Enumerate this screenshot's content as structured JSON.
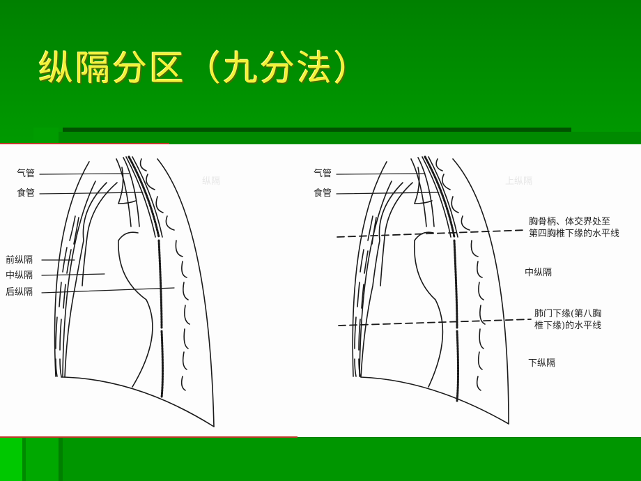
{
  "slide": {
    "title": "纵隔分区（九分法）",
    "colors": {
      "background": "#008000",
      "title_text": "#f2f23a",
      "content_bg": "#fdfdfd",
      "accent_red": "#c0392b"
    }
  },
  "left_diagram": {
    "labels": {
      "trachea": "气管",
      "esophagus": "食管",
      "anterior": "前纵隔",
      "middle": "中纵隔",
      "posterior": "后纵隔"
    },
    "ghost_text": "纵隔"
  },
  "right_diagram": {
    "labels": {
      "trachea": "气管",
      "esophagus": "食管",
      "upper_line_1": "胸骨柄、体交界处至",
      "upper_line_2": "第四胸椎下缘的水平线",
      "middle": "中纵隔",
      "lower_line_1": "肺门下缘(第八胸",
      "lower_line_2": "椎下缘)的水平线",
      "lower": "下纵隔"
    },
    "ghost_text": "上纵隔"
  }
}
